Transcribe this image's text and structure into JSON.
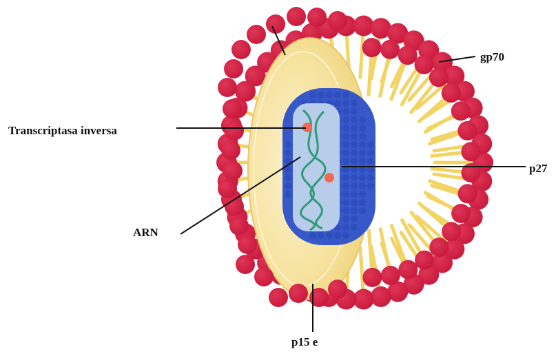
{
  "labels": {
    "reverse_transcriptase": "Transcriptasa inversa",
    "gp70": "gp70",
    "p27": "p27",
    "rna": "ARN",
    "p15e": "p15 e"
  },
  "colors": {
    "spike": "#c8193c",
    "spike_highlight": "#de3556",
    "stalk": "#f2d465",
    "envelope": "#f6e29c",
    "envelope_inner": "#fbf2cf",
    "capsid": "#3758c9",
    "capsid_dot": "#2a47b3",
    "core": "#b8cdea",
    "rna": "#2e9a78",
    "enzyme": "#ee6a54",
    "leader_line": "#111111"
  }
}
